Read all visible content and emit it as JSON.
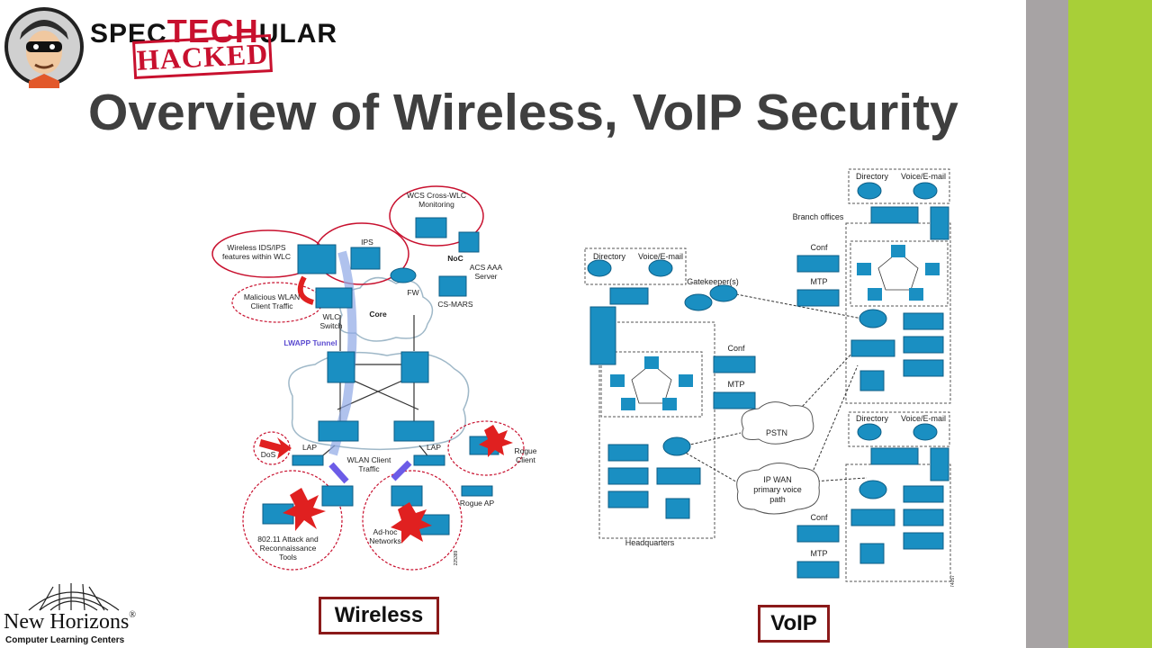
{
  "brand": {
    "prefix": "SPEC",
    "accent": "TECH",
    "suffix": "ULAR",
    "stamp": "HACKED"
  },
  "title": "Overview of Wireless, VoIP Security",
  "wireless": {
    "labels": {
      "wcs": "WCS Cross-WLC",
      "wcs2": "Monitoring",
      "ids": "Wireless IDS/IPS",
      "ids2": "features within WLC",
      "ips": "IPS",
      "noc": "NoC",
      "acs": "ACS AAA",
      "acs2": "Server",
      "fw": "FW",
      "csmars": "CS-MARS",
      "malicious": "Malicious WLAN",
      "malicious2": "Client Traffic",
      "wlc": "WLC",
      "wlc2": "Switch",
      "core": "Core",
      "lwapp": "LWAPP Tunnel",
      "dos": "DoS",
      "lap_left": "LAP",
      "lap_right": "LAP",
      "wlan_client": "WLAN Client",
      "wlan_client2": "Traffic",
      "rogue_client": "Rogue",
      "rogue_client2": "Client",
      "rogue_ap": "Rogue AP",
      "attack": "802.11 Attack and",
      "attack2": "Reconnaissance",
      "attack3": "Tools",
      "adhoc": "Ad-hoc",
      "adhoc2": "Networks",
      "code": "225389"
    },
    "caption": "Wireless"
  },
  "voip": {
    "labels": {
      "directory": "Directory",
      "voice_email": "Voice/E-mail",
      "gatekeeper": "Gatekeeper(s)",
      "branch_offices": "Branch offices",
      "conf": "Conf",
      "mtp": "MTP",
      "pstn": "PSTN",
      "ipwan": "IP WAN",
      "ipwan2": "primary voice",
      "ipwan3": "path",
      "headquarters": "Headquarters",
      "code": "74057"
    },
    "caption": "VoIP"
  },
  "logo": {
    "name": "New Horizons",
    "registered": "®",
    "tagline": "Computer Learning Centers"
  },
  "colors": {
    "accent_green": "#a8cf38",
    "stripe_gray": "#a7a3a4",
    "title": "#3f3f3f",
    "device": "#1a8fc2",
    "threat": "#c8102e"
  }
}
